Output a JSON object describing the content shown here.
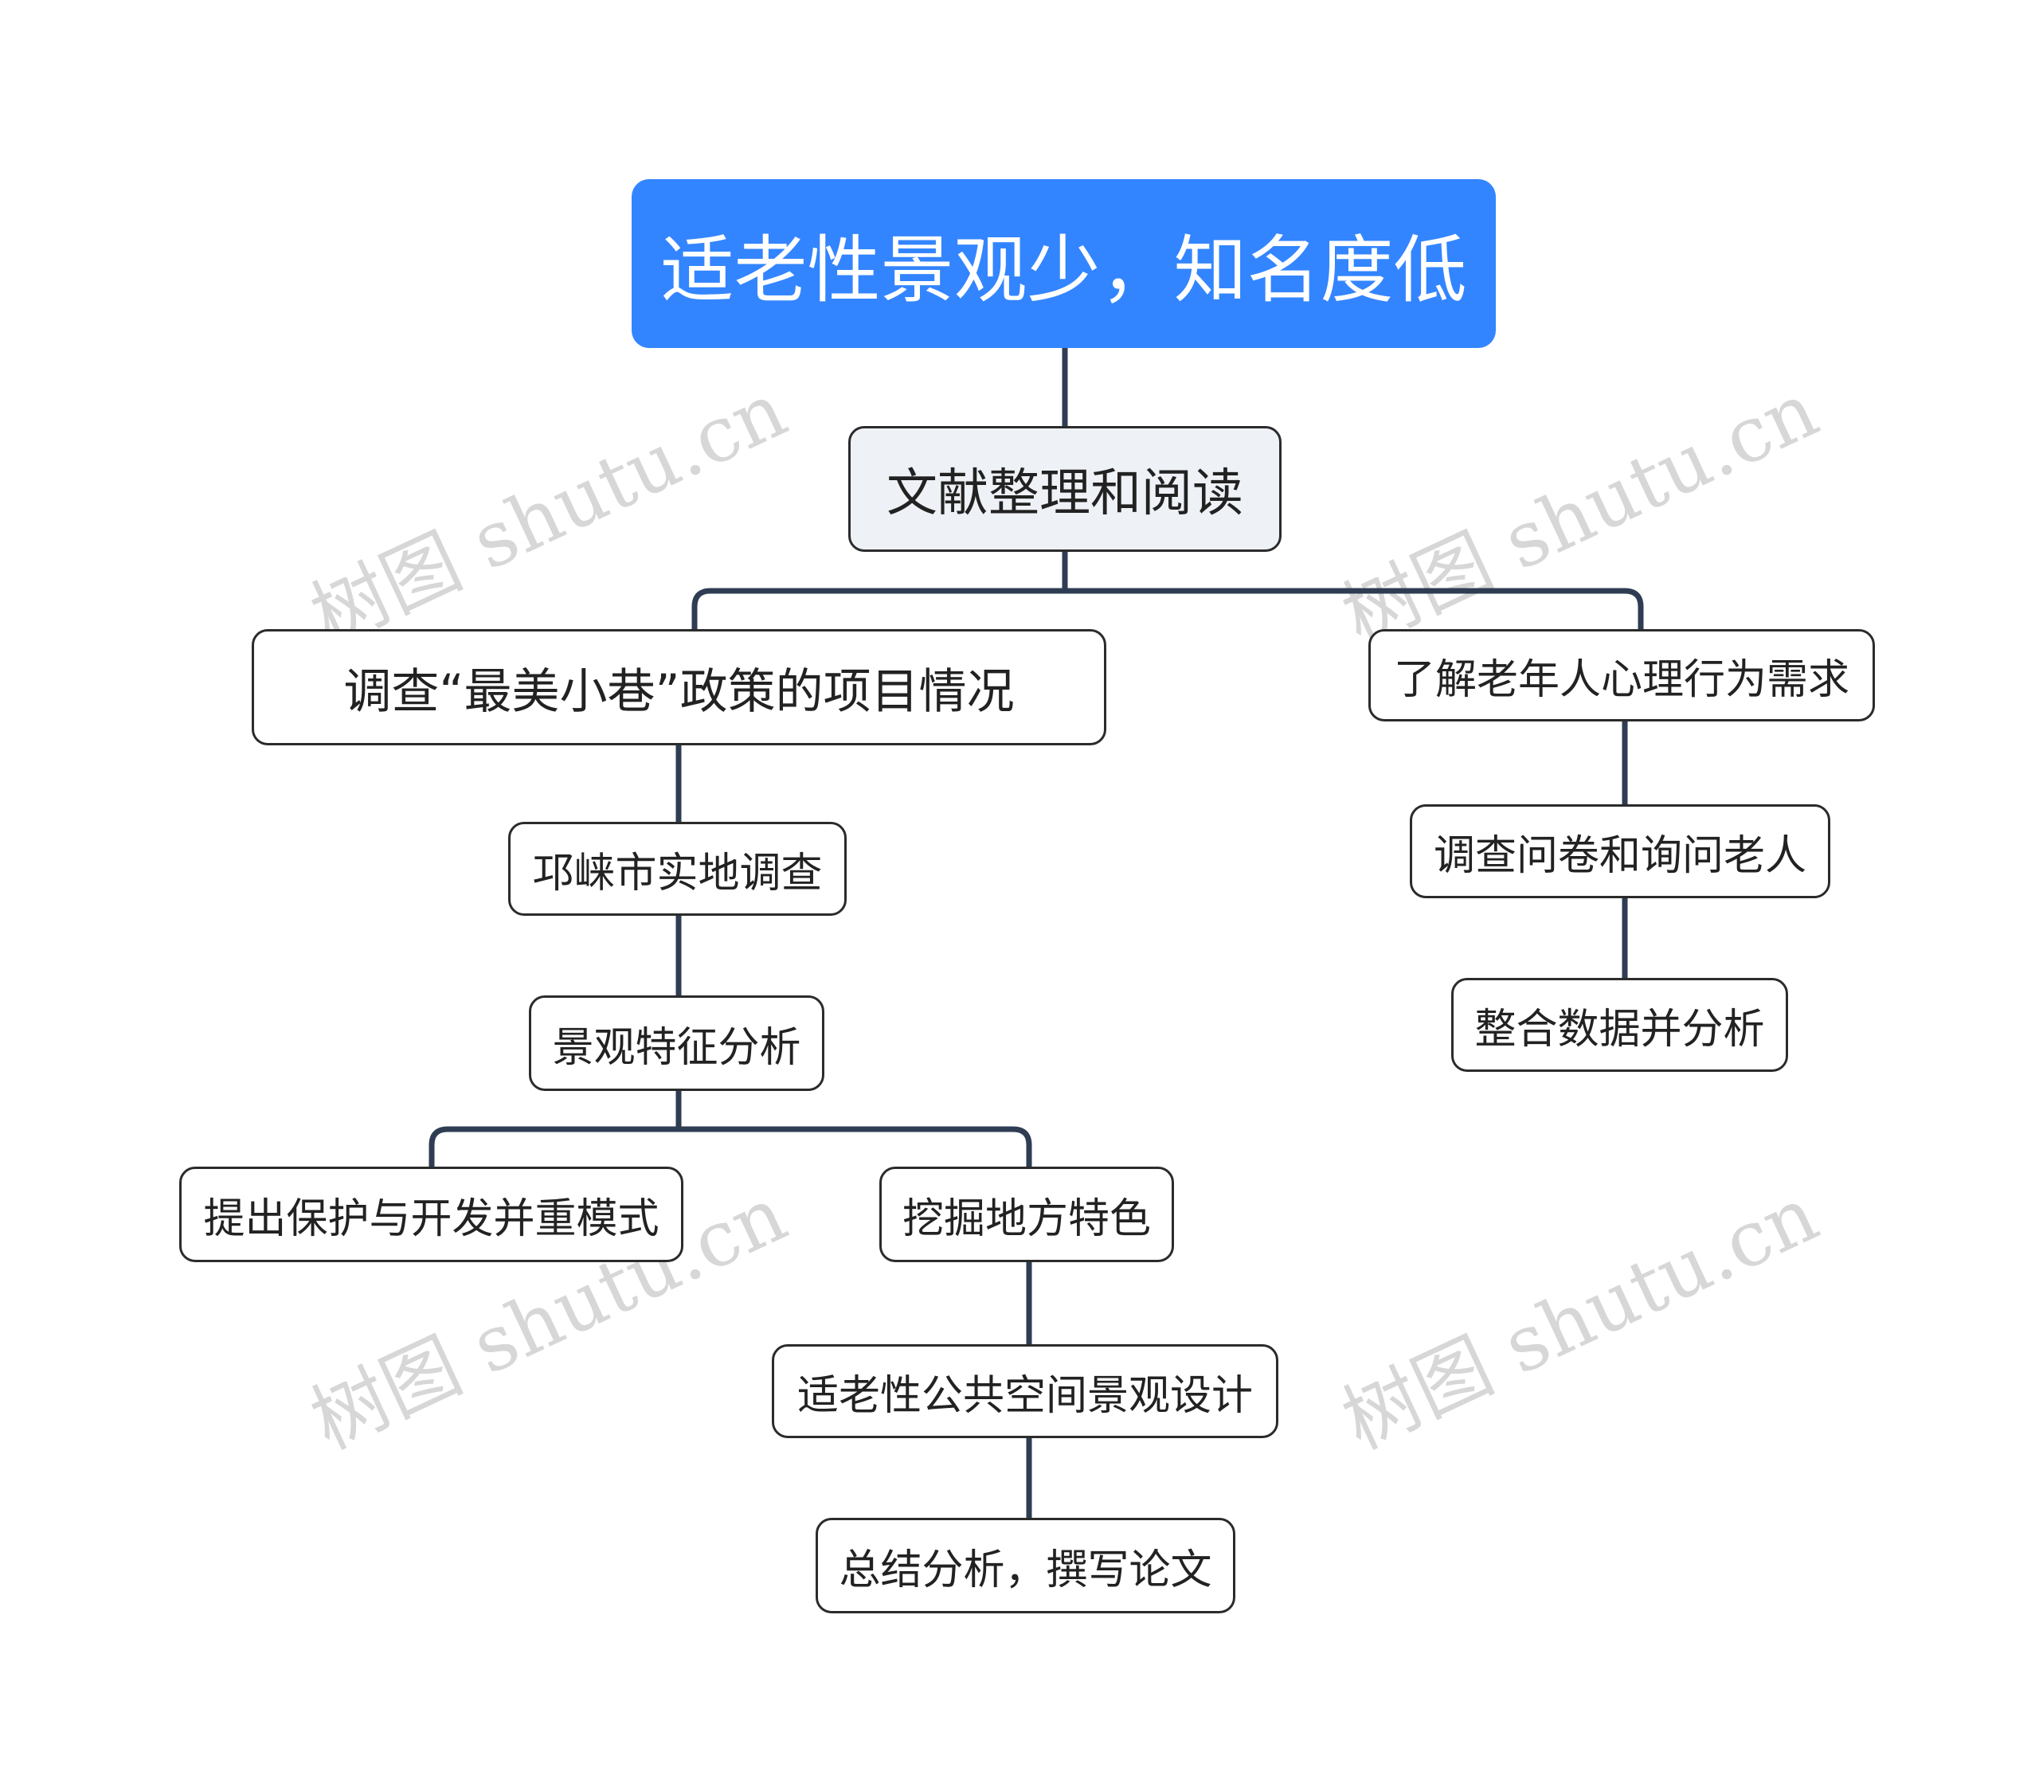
{
  "root": {
    "label": "适老性景观少，知名度低"
  },
  "topic": {
    "label": "文献整理和阅读"
  },
  "left_branch": {
    "label": "调查“最美小巷”政策的项目情况",
    "step1": "邛崃市实地调查",
    "step2": "景观特征分析",
    "child_a": "提出保护与开发并重模式",
    "child_b": "挖掘地方特色",
    "child_b_step1": "适老性公共空间景观设计",
    "child_b_step2": "总结分析，撰写论文"
  },
  "right_branch": {
    "label": "了解老年人心理行为需求",
    "step1": "调查问卷和询问老人",
    "step2": "整合数据并分析"
  },
  "watermark": {
    "text": "树图 shutu.cn"
  },
  "colors": {
    "root": "#3385ff",
    "topic_fill": "#eef1f5",
    "connector": "#2e3d52",
    "border": "#2b2b2b"
  }
}
